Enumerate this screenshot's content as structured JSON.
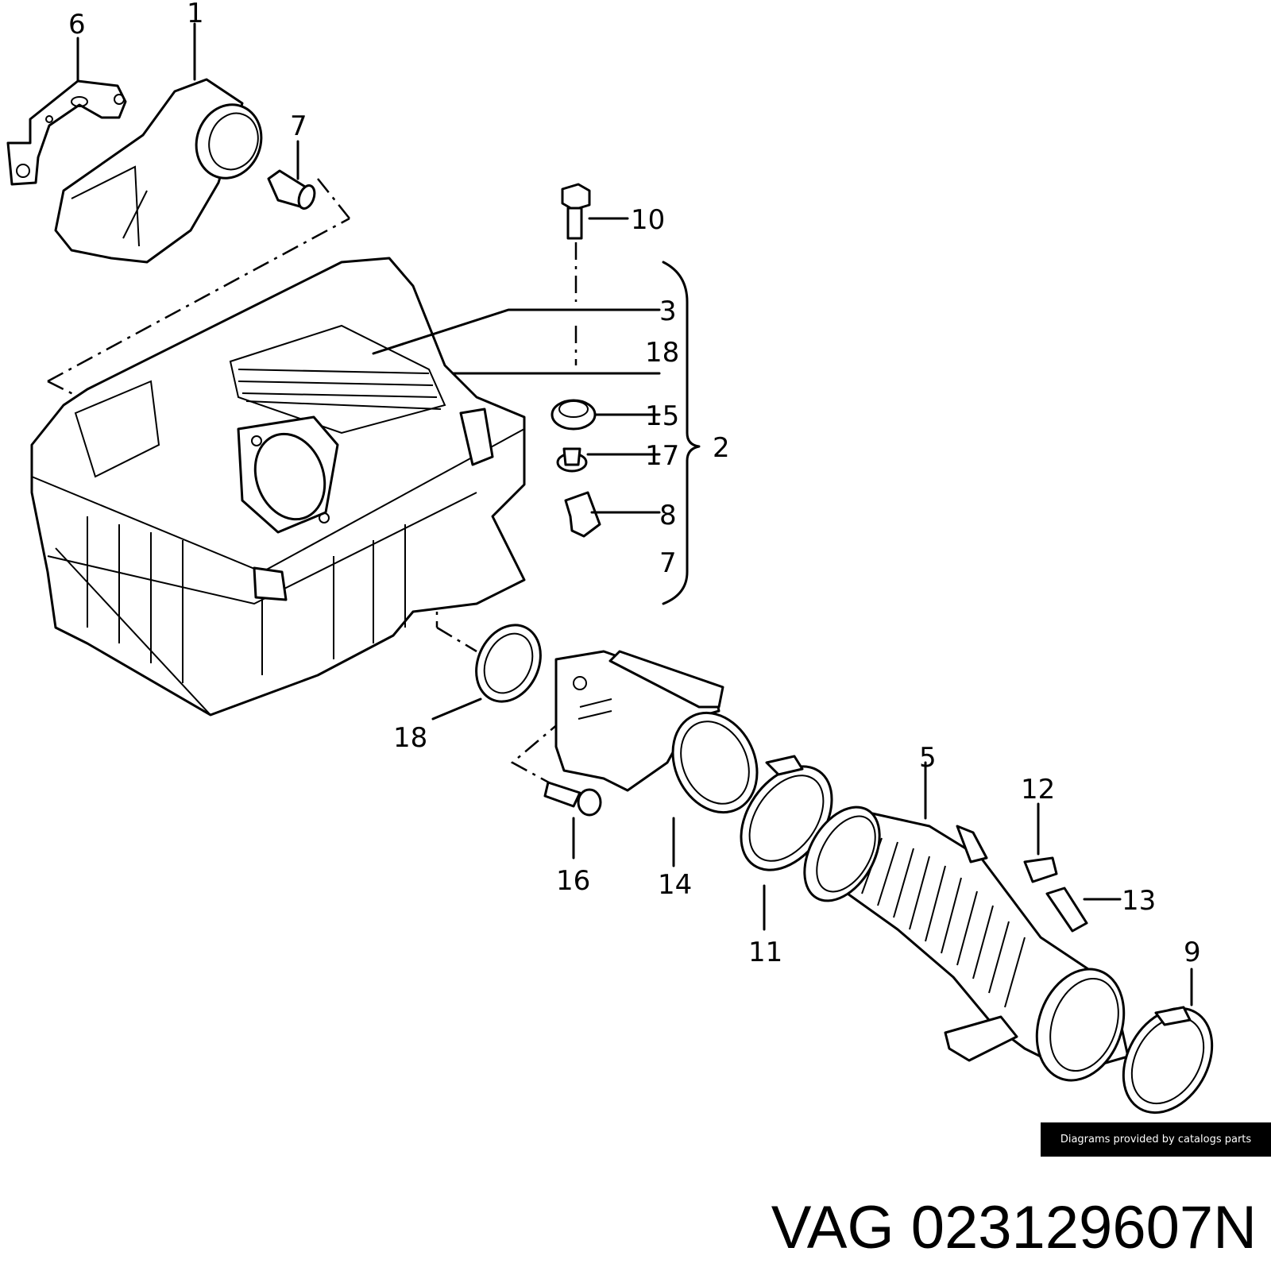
{
  "diagram": {
    "callouts": [
      {
        "id": "c6",
        "text": "6"
      },
      {
        "id": "c1",
        "text": "1"
      },
      {
        "id": "c7a",
        "text": "7"
      },
      {
        "id": "c10",
        "text": "10"
      },
      {
        "id": "c3",
        "text": "3"
      },
      {
        "id": "c18a",
        "text": "18"
      },
      {
        "id": "c15",
        "text": "15"
      },
      {
        "id": "c2",
        "text": "2"
      },
      {
        "id": "c17",
        "text": "17"
      },
      {
        "id": "c8",
        "text": "8"
      },
      {
        "id": "c7b",
        "text": "7"
      },
      {
        "id": "c18b",
        "text": "18"
      },
      {
        "id": "c5",
        "text": "5"
      },
      {
        "id": "c12",
        "text": "12"
      },
      {
        "id": "c13",
        "text": "13"
      },
      {
        "id": "c16",
        "text": "16"
      },
      {
        "id": "c14",
        "text": "14"
      },
      {
        "id": "c11",
        "text": "11"
      },
      {
        "id": "c9",
        "text": "9"
      }
    ]
  },
  "credit": "Diagrams provided by catalogs parts",
  "title": "VAG 023129607N"
}
